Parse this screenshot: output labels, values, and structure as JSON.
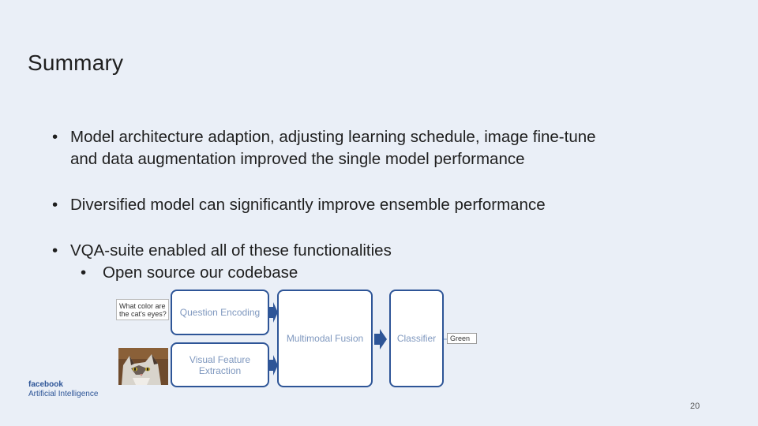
{
  "slide": {
    "title": "Summary",
    "bullets": [
      {
        "text": "Model architecture adaption, adjusting learning schedule, image fine-tune",
        "continuation": "and data augmentation improved the single model performance"
      },
      {
        "text": "Diversified model can significantly improve ensemble performance"
      },
      {
        "text": "VQA-suite enabled all of these functionalities",
        "sub": "Open source our codebase"
      }
    ],
    "bullet_glyph": "•",
    "page_number": "20"
  },
  "diagram": {
    "question_card": {
      "line1": "What color are",
      "line2": "the cat's eyes?"
    },
    "image_icon": "cat-photo",
    "boxes": {
      "question_encoding": "Question Encoding",
      "visual_feature_line1": "Visual Feature",
      "visual_feature_line2": "Extraction",
      "multimodal_fusion": "Multimodal Fusion",
      "classifier": "Classifier"
    },
    "answer": "Green",
    "colors": {
      "box_border": "#2e5597",
      "box_text": "#7f98bf",
      "arrow": "#2e5597"
    }
  },
  "logo": {
    "line1": "facebook",
    "line2": "Artificial Intelligence"
  }
}
